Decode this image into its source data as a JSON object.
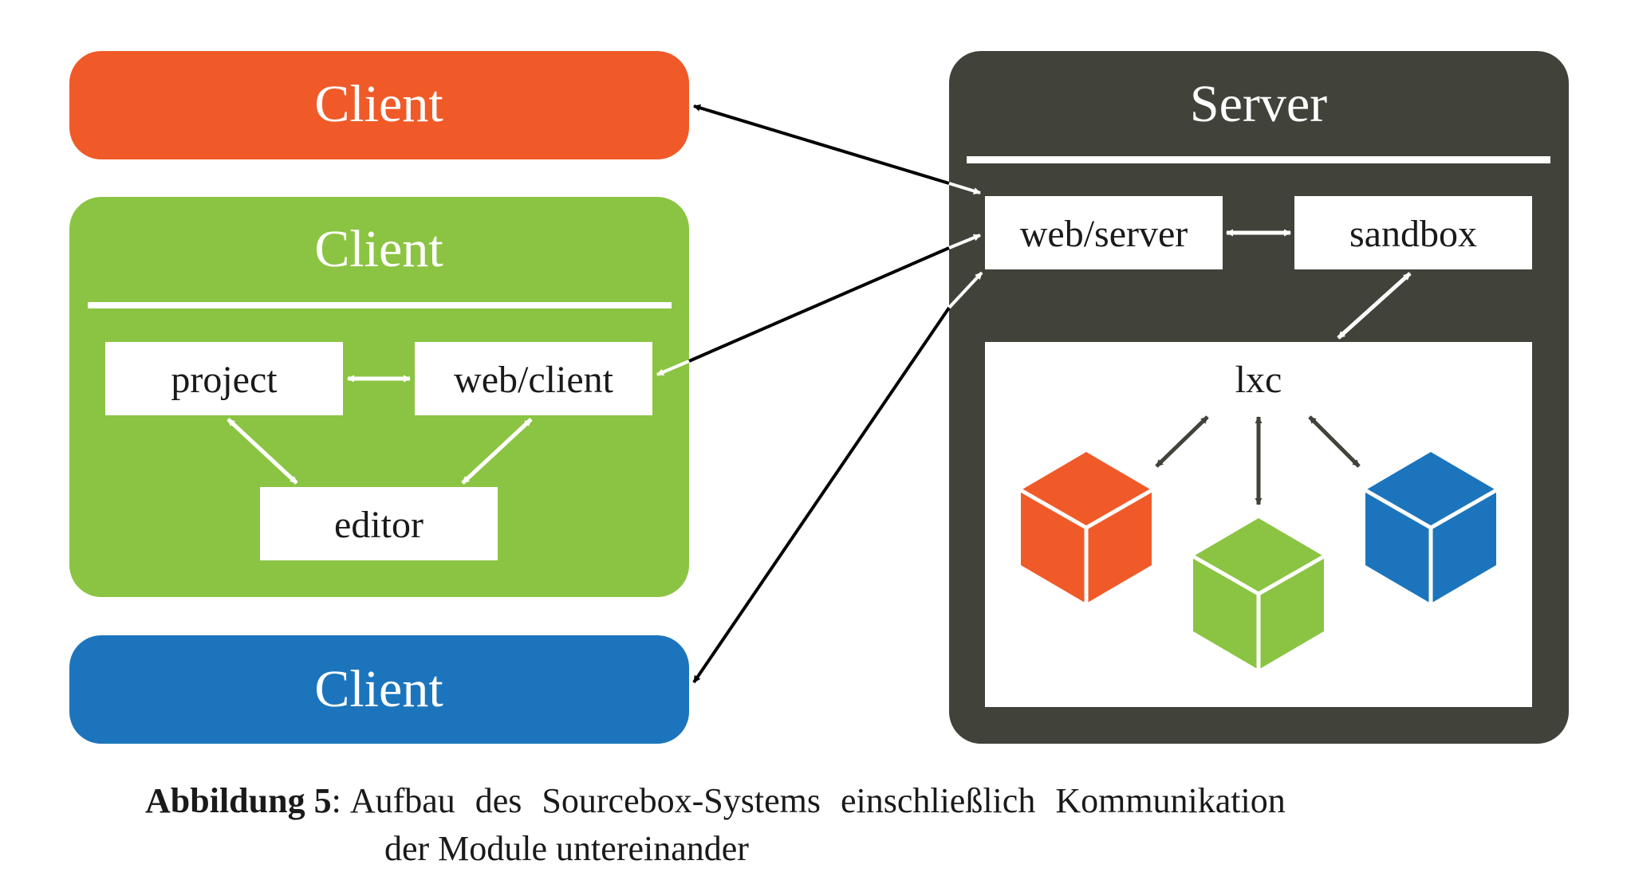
{
  "clients": [
    {
      "label": "Client",
      "color": "#F05A28"
    },
    {
      "label": "Client",
      "color": "#8BC443"
    },
    {
      "label": "Client",
      "color": "#1C75BC"
    }
  ],
  "green_client_modules": {
    "project": "project",
    "web_client": "web/client",
    "editor": "editor"
  },
  "server": {
    "label": "Server",
    "color": "#41423A",
    "web_server": "web/server",
    "sandbox": "sandbox",
    "lxc": "lxc"
  },
  "containers": [
    {
      "color": "#F05A28",
      "icon": "cube-icon"
    },
    {
      "color": "#8BC443",
      "icon": "cube-icon"
    },
    {
      "color": "#1C75BC",
      "icon": "cube-icon"
    }
  ],
  "caption": {
    "label": "Abbildung 5",
    "text_line1": "Aufbau des Sourcebox-Systems einschließlich Kommunikation",
    "text_line2": "der Module untereinander"
  }
}
